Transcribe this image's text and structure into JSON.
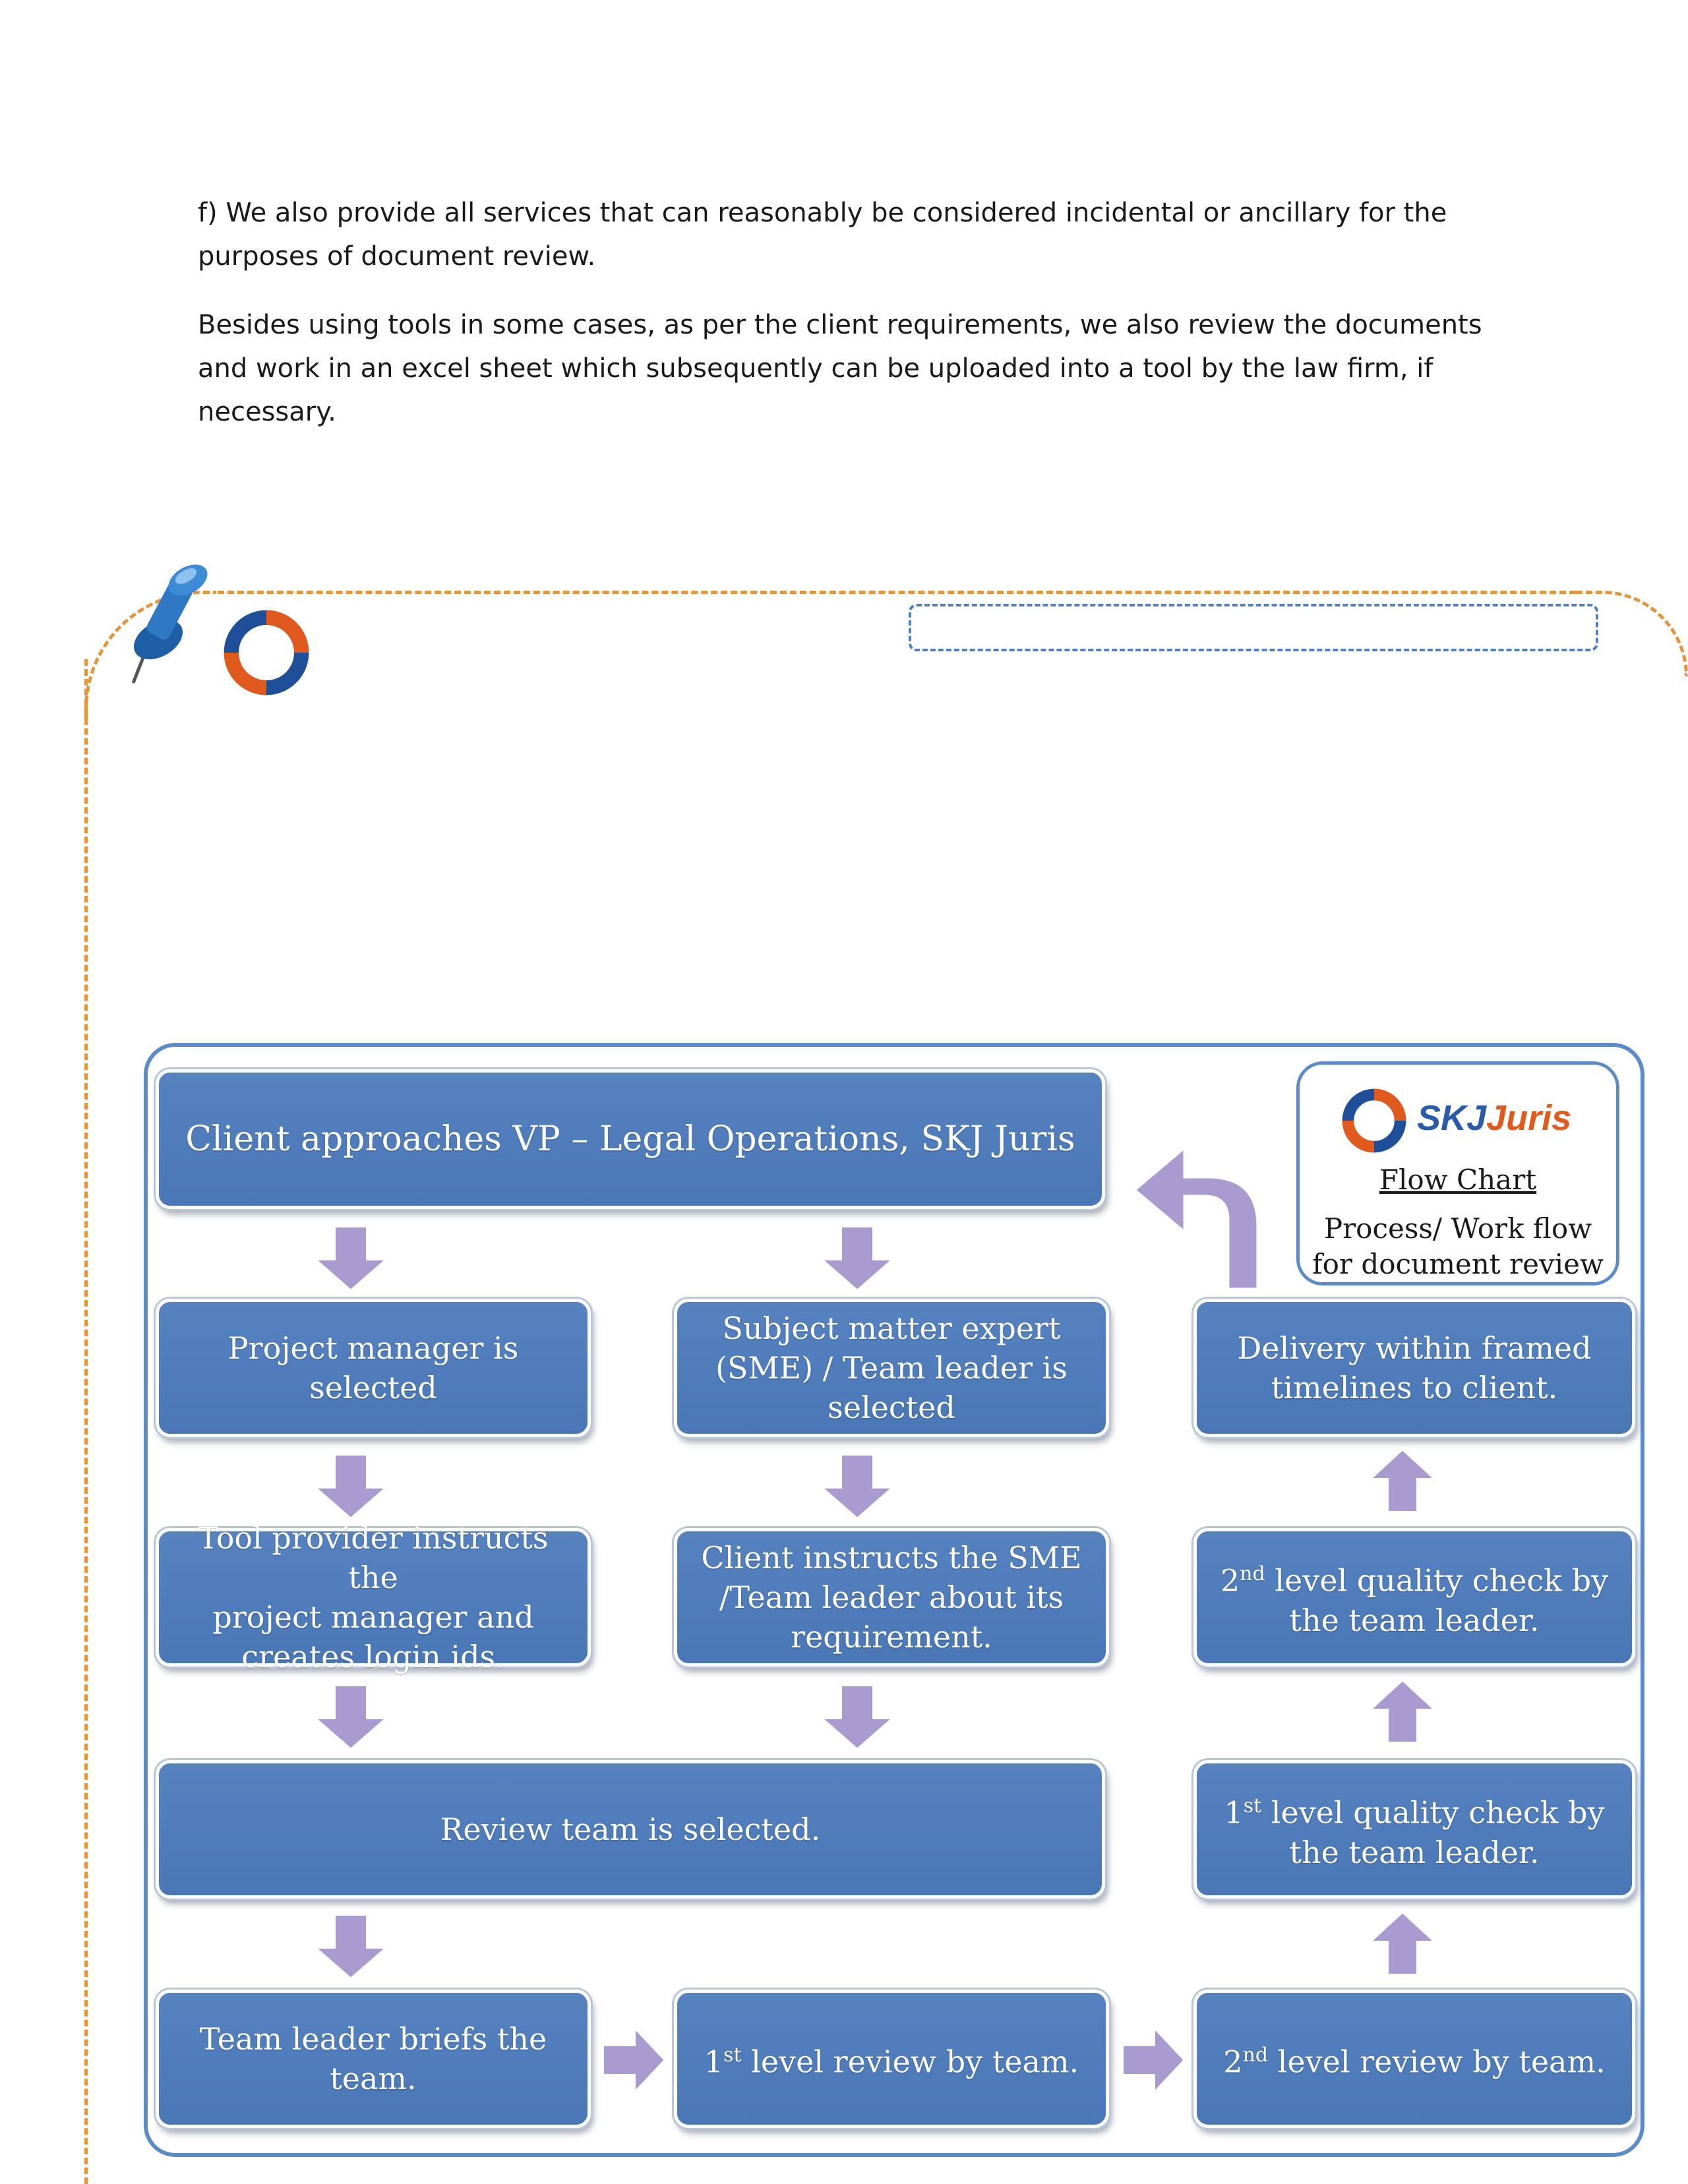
{
  "text": {
    "para1": "f)   We also provide all services that can reasonably be considered incidental or ancillary for the purposes of document review.",
    "para2": "Besides using tools in some cases, as per the client requirements, we also review the documents and work in an excel sheet which subsequently can be uploaded into a tool by the law firm, if necessary."
  },
  "legend": {
    "brand_skj": "SKJ",
    "brand_juris": "Juris",
    "title": "Flow Chart",
    "sub1": "Process/ Work flow",
    "sub2": "for document review"
  },
  "flowchart": {
    "client_approaches": "Client approaches VP – Legal Operations, SKJ Juris",
    "pm_selected_1": "Project manager is",
    "pm_selected_2": "selected",
    "sme_1": "Subject matter expert",
    "sme_2": "(SME) / Team leader is",
    "sme_3": "selected",
    "delivery_1": "Delivery within framed",
    "delivery_2": "timelines to client.",
    "tool_1": "Tool provider instructs the",
    "tool_2": "project manager and",
    "tool_3": "creates login ids.",
    "client_instructs_1": "Client instructs the SME",
    "client_instructs_2": "/Team leader about its",
    "client_instructs_3": "requirement.",
    "qc2_sup": "nd",
    "qc2_num": "2",
    "qc2_rest": " level quality check by",
    "qc2_line2": "the team leader.",
    "review_team": "Review team is selected.",
    "qc1_num": "1",
    "qc1_sup": "st",
    "qc1_rest": " level quality check by",
    "qc1_line2": "the team leader.",
    "briefs_1": "Team leader briefs the",
    "briefs_2": "team.",
    "lvl1_num": "1",
    "lvl1_sup": "st",
    "lvl1_rest": "  level review by team.",
    "lvl2_num": "2",
    "lvl2_sup": "nd",
    "lvl2_rest": "  level review by team."
  },
  "colors": {
    "box_fill": "#4f7dbc",
    "arrow_fill": "#a99bd0",
    "frame_dash": "#e2953c",
    "panel_border": "#5b8cc9"
  },
  "icons": [
    "pushpin-icon",
    "skj-logo-icon",
    "down-arrow-icon",
    "up-arrow-icon",
    "right-arrow-icon",
    "u-turn-arrow-icon"
  ]
}
